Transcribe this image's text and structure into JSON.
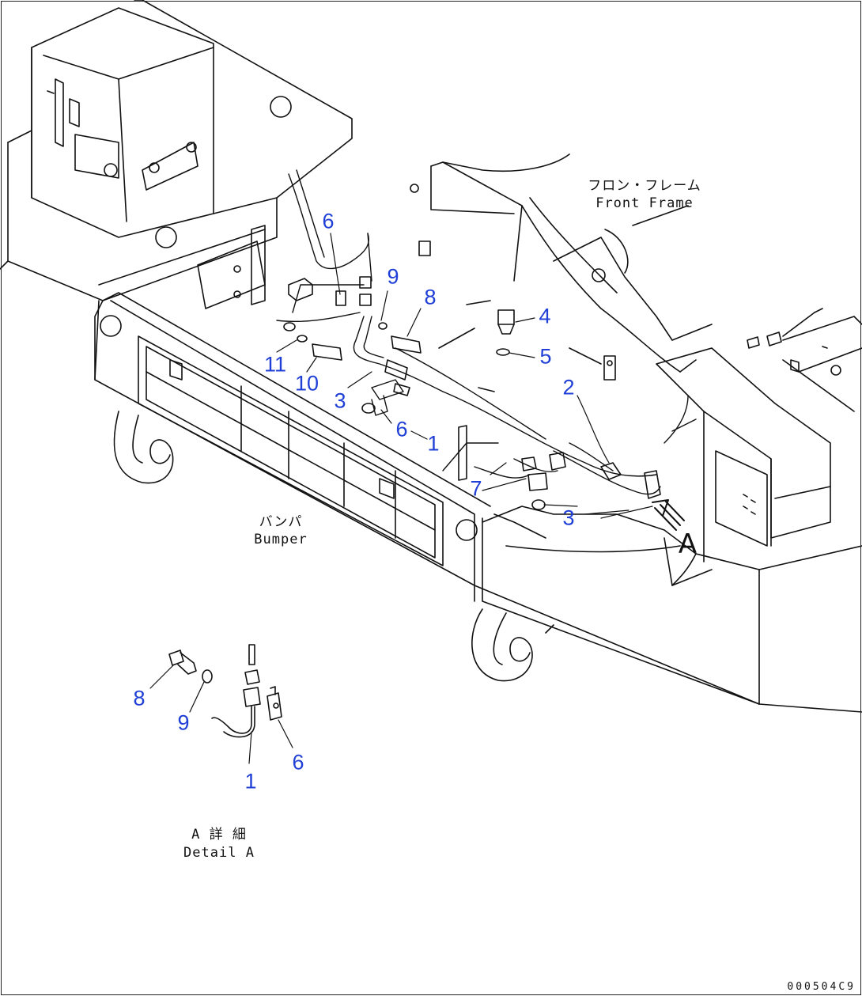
{
  "captions": {
    "front_frame_jp": "フロン・フレーム",
    "front_frame_en": "Front Frame",
    "bumper_jp": "バンパ",
    "bumper_en": "Bumper",
    "view_letter": "A",
    "detail_jp": "A 詳 細",
    "detail_en": "Detail A"
  },
  "callouts": {
    "c1": "6",
    "c2": "9",
    "c3": "8",
    "c4": "4",
    "c5": "5",
    "c6": "11",
    "c7": "10",
    "c8": "3",
    "c9": "6",
    "c10": "2",
    "c11": "1",
    "c12": "7",
    "c13": "3",
    "d1": "8",
    "d2": "9",
    "d3": "6",
    "d4": "1"
  },
  "drawing_id": "000504C9",
  "colors": {
    "line": "#111111",
    "callout": "#1f3fd6"
  }
}
